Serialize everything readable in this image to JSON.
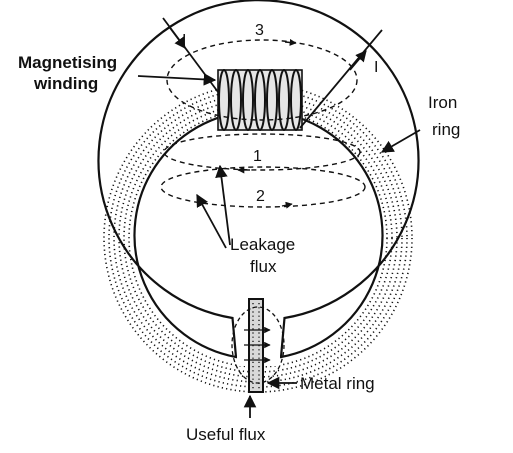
{
  "labels": {
    "magnetising_line1": "Magnetising",
    "magnetising_line2": "winding",
    "iron_line1": "Iron",
    "iron_line2": "ring",
    "leakage_line1": "Leakage",
    "leakage_line2": "flux",
    "metal_ring": "Metal ring",
    "useful_flux": "Useful flux"
  },
  "current_labels": {
    "left_input": "I",
    "right_output": "I"
  },
  "flux_path_numbers": {
    "path_1": "1",
    "path_2": "2",
    "path_3": "3"
  },
  "colors": {
    "ink": "#111111",
    "ring_fill": "#ffffff",
    "winding_fill": "#e6e6e6",
    "metal_ring_fill": "#d9d9d9"
  }
}
